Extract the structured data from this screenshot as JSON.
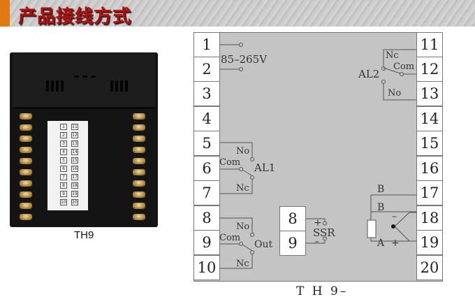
{
  "header": {
    "title": "产品接线方式",
    "accent_color": "#e07a10",
    "title_color": "#b01010"
  },
  "photo": {
    "caption": "TH9",
    "label_card_terminals_left": [
      "1",
      "2",
      "3",
      "4",
      "5",
      "6",
      "7",
      "8",
      "9",
      "10"
    ],
    "label_card_terminals_right": [
      "11",
      "12",
      "13",
      "14",
      "15",
      "16",
      "17",
      "18",
      "19",
      "20"
    ]
  },
  "diagram": {
    "caption": "T H 9–",
    "left_terminals": [
      "1",
      "2",
      "3",
      "4",
      "5",
      "6",
      "7",
      "8",
      "9",
      "10"
    ],
    "right_terminals": [
      "11",
      "12",
      "13",
      "14",
      "15",
      "16",
      "17",
      "18",
      "19",
      "20"
    ],
    "power": {
      "label": "85–265V",
      "terminals": [
        "1",
        "2"
      ]
    },
    "al1": {
      "label": "AL1",
      "no": "No",
      "com": "Com",
      "nc": "Nc",
      "terminals": [
        "5",
        "6",
        "7"
      ]
    },
    "out": {
      "label": "Out",
      "no": "No",
      "com": "Com",
      "nc": "Nc",
      "terminals": [
        "8",
        "9",
        "10"
      ]
    },
    "al2": {
      "label": "AL2",
      "nc": "Nc",
      "com": "Com",
      "no": "No",
      "terminals": [
        "11",
        "12",
        "13"
      ]
    },
    "ssr": {
      "label": "SSR",
      "plus": "+",
      "minus": "–",
      "terminals": [
        "8",
        "9"
      ]
    },
    "sensor": {
      "b1": "B",
      "b2": "B",
      "a": "A",
      "minus": "–",
      "plus": "+",
      "terminals": [
        "17",
        "18",
        "19"
      ]
    }
  }
}
